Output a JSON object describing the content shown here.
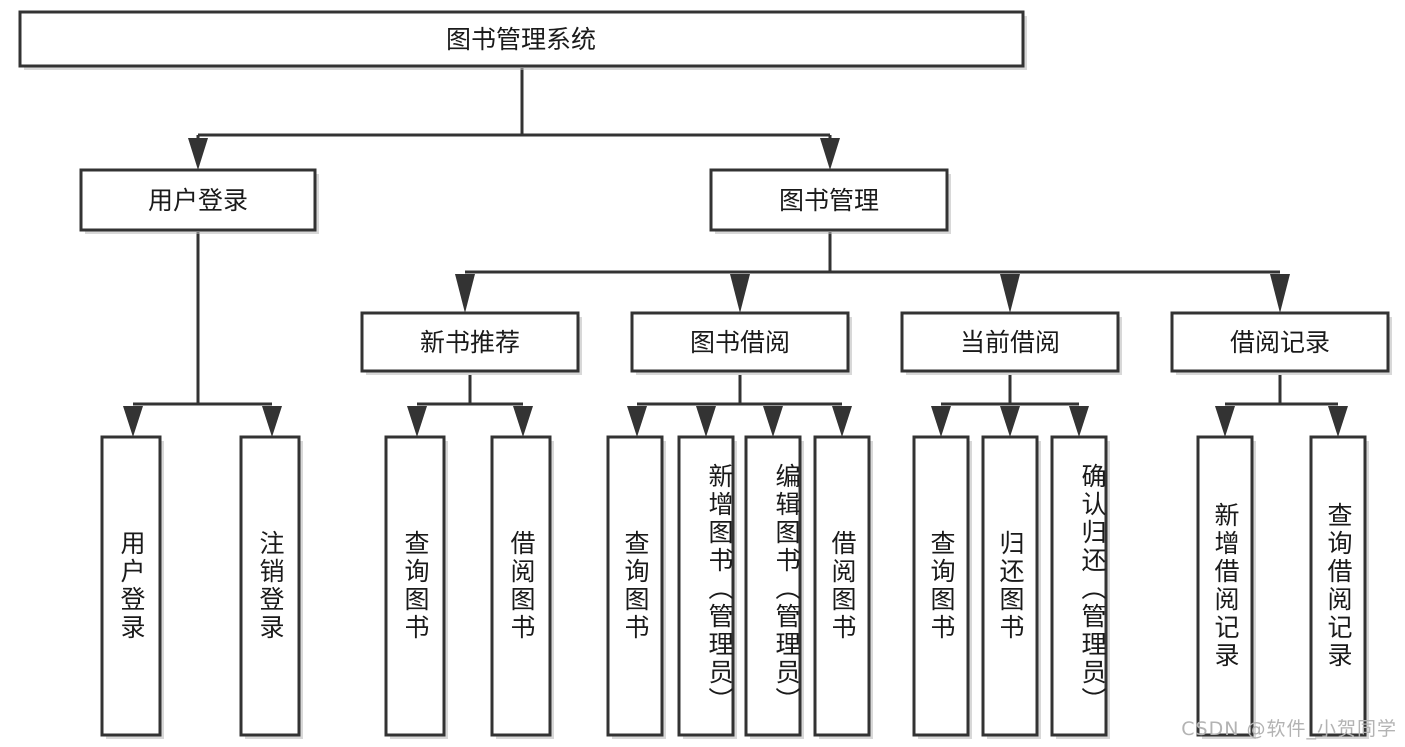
{
  "diagram": {
    "type": "tree-hierarchy-chart",
    "title": "图书管理系统",
    "orientation": "top-down",
    "colors": {
      "box_fill": "#ffffff",
      "box_stroke": "#333333",
      "text": "#1a1a1a",
      "watermark": "#b3b3b3",
      "background": "#ffffff"
    },
    "root": {
      "label": "图书管理系统"
    },
    "level2": [
      {
        "label": "用户登录"
      },
      {
        "label": "图书管理"
      }
    ],
    "level3": [
      {
        "label": "新书推荐"
      },
      {
        "label": "图书借阅"
      },
      {
        "label": "当前借阅"
      },
      {
        "label": "借阅记录"
      }
    ],
    "leaves": {
      "user_login": [
        {
          "label": "用户登录"
        },
        {
          "label": "注销登录"
        }
      ],
      "new_book_recommend": [
        {
          "label": "查询图书"
        },
        {
          "label": "借阅图书"
        }
      ],
      "book_borrow": [
        {
          "label": "查询图书"
        },
        {
          "label": "新增图书（管理员）"
        },
        {
          "label": "编辑图书（管理员）"
        },
        {
          "label": "借阅图书"
        }
      ],
      "current_borrow": [
        {
          "label": "查询图书"
        },
        {
          "label": "归还图书"
        },
        {
          "label": "确认归还（管理员）"
        }
      ],
      "borrow_records": [
        {
          "label": "新增借阅记录"
        },
        {
          "label": "查询借阅记录"
        }
      ]
    },
    "watermark": "CSDN @软件_小贺同学"
  }
}
